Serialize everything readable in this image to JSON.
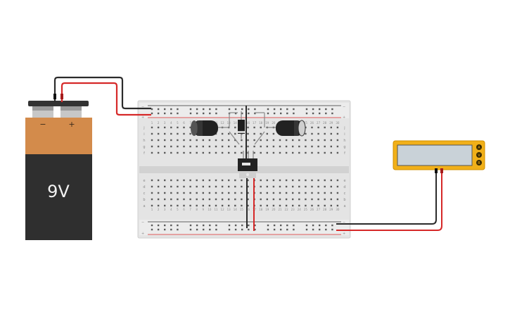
{
  "battery": {
    "voltage_label": "9V",
    "minus_label": "−",
    "plus_label": "+"
  },
  "breadboard": {
    "column_count": 30,
    "row_letters_top": [
      "j",
      "i",
      "h",
      "g",
      "f"
    ],
    "row_letters_bottom": [
      "e",
      "d",
      "c",
      "b",
      "a"
    ],
    "rail_minus": "−",
    "rail_plus": "+"
  },
  "multimeter": {
    "mode_labels": [
      "A",
      "V",
      "R"
    ]
  },
  "colors": {
    "wire_black": "#2b2b2b",
    "wire_red": "#d62828",
    "battery_top": "#d38b4b",
    "battery_body": "#2f2f2f",
    "multimeter_body": "#f1b019",
    "multimeter_screen": "#c9d2d8",
    "breadboard": "#e2e2e2"
  }
}
